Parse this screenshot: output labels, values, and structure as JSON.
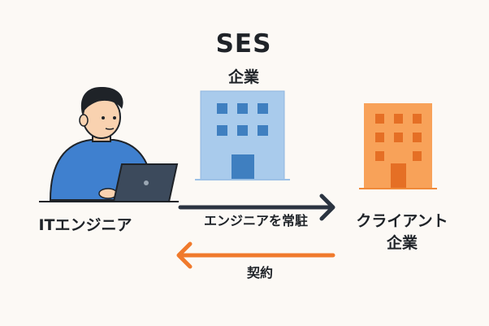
{
  "ses": {
    "title": "SES",
    "subtitle": "企業"
  },
  "engineer": {
    "label": "ITエンジニア"
  },
  "client": {
    "line1": "クライアント",
    "line2": "企業"
  },
  "arrows": {
    "to_client": {
      "label": "エンジニアを常駐",
      "color": "#2b3441"
    },
    "to_engineer": {
      "label": "契約",
      "color": "#f07a2c"
    }
  },
  "colors": {
    "ses_building": "#a9cbec",
    "ses_windows": "#3f7fc0",
    "client_building": "#f8a259",
    "client_windows": "#e56f25",
    "engineer_shirt": "#3f80cf",
    "laptop": "#3c4a5c"
  }
}
